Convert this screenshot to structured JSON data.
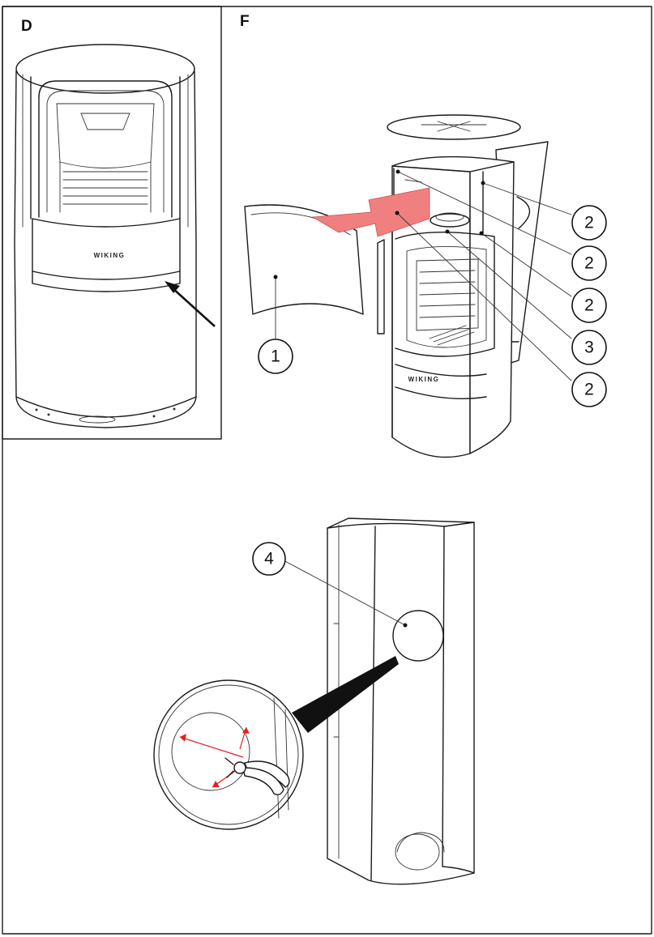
{
  "panels": {
    "d": {
      "letter": "D"
    },
    "f": {
      "letter": "F"
    }
  },
  "stove": {
    "brand_text": "WIKING"
  },
  "callouts": [
    {
      "label": "1"
    },
    {
      "label": "2"
    },
    {
      "label": "2"
    },
    {
      "label": "2"
    },
    {
      "label": "3"
    },
    {
      "label": "2"
    },
    {
      "label": "4"
    }
  ],
  "colors": {
    "arrow": "#f08080",
    "cut_marks": "#e02020",
    "line": "#1a1a1a"
  },
  "icons": {
    "direction_arrow": "arrow-icon",
    "cutter": "pliers-icon"
  }
}
